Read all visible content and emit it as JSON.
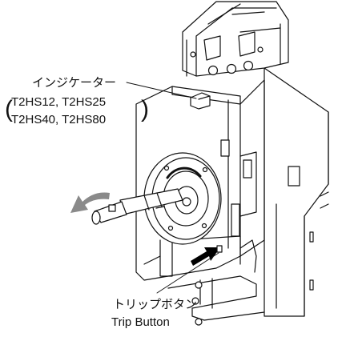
{
  "labels": {
    "indicator": {
      "title": "インジケーター",
      "models_line1": "T2HS12, T2HS25",
      "models_line2": "T2HS40, T2HS80"
    },
    "trip_button": {
      "japanese": "トリップボタン",
      "english": "Trip Button"
    }
  },
  "colors": {
    "line": "#111111",
    "fill": "#ffffff",
    "arrow_gray": "#8a8a8a",
    "arrow_black": "#000000"
  }
}
